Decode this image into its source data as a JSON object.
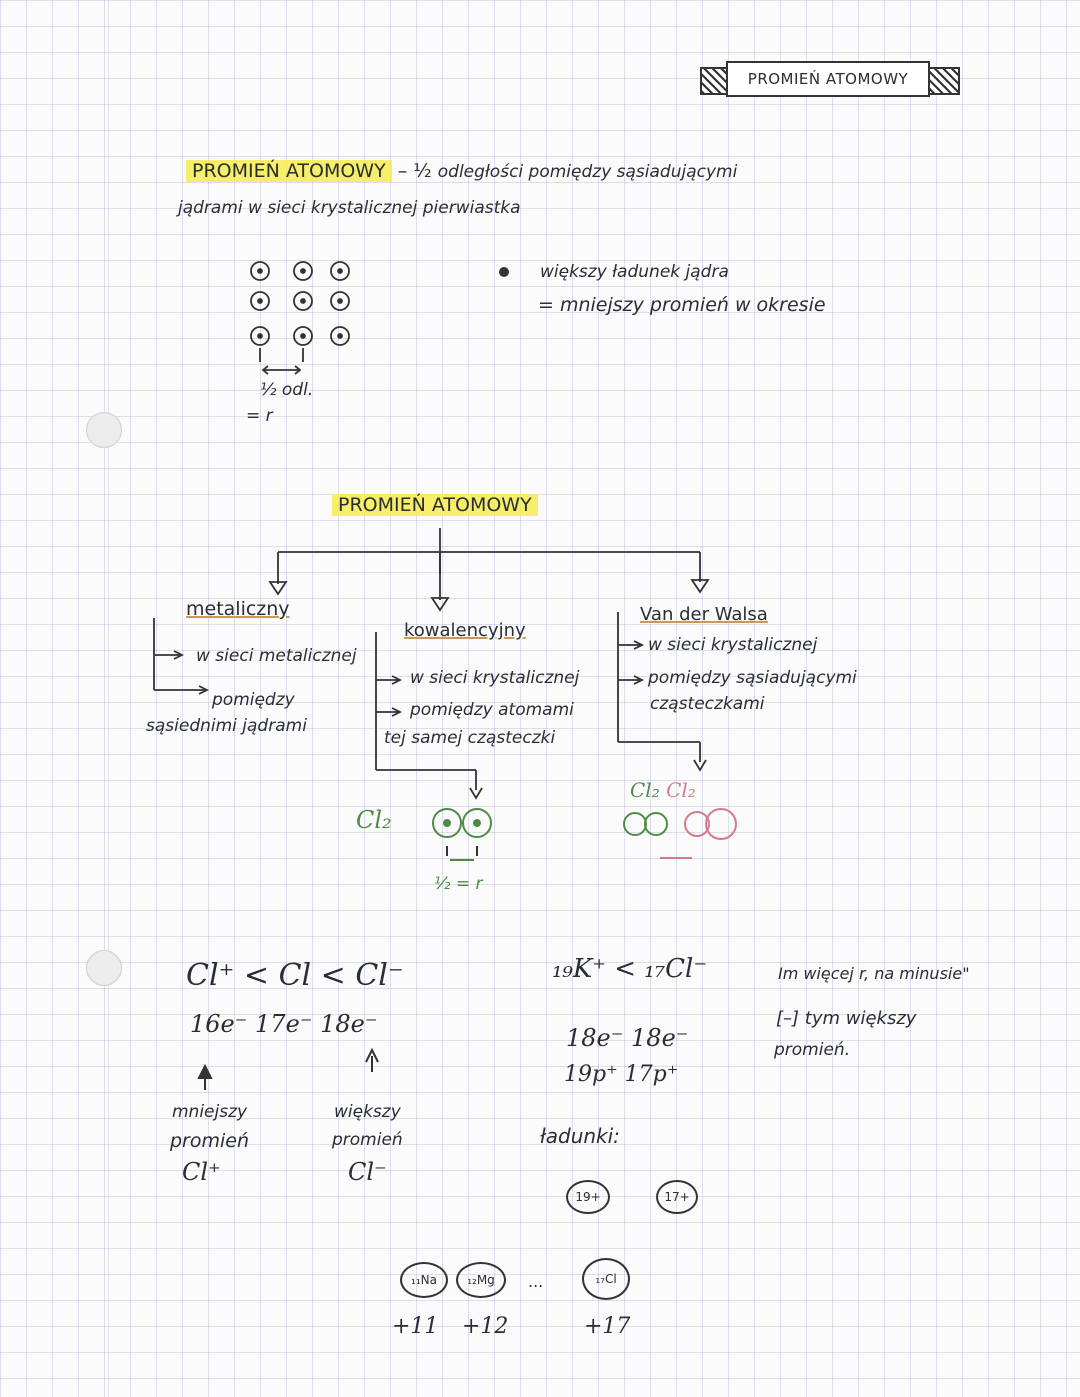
{
  "ribbon_title": "PROMIEŃ ATOMOWY",
  "definition": {
    "term": "PROMIEŃ ATOMOWY",
    "dash": "–",
    "fraction": "½",
    "line1_rest": "odległości pomiędzy sąsiadującymi",
    "line2": "jądrami w sieci krystalicznej pierwiastka"
  },
  "lattice": {
    "half_label": "½ odl.",
    "equals_r": "= r"
  },
  "bullet_note": {
    "line1": "większy ładunek jądra",
    "line2": "= mniejszy promień w okresie"
  },
  "tree": {
    "root": "PROMIEŃ ATOMOWY",
    "metallic": {
      "title": "metaliczny",
      "item1": "w sieci metalicznej",
      "item2a": "pomiędzy",
      "item2b": "sąsiednimi jądrami"
    },
    "covalent": {
      "title": "kowalencyjny",
      "item1": "w sieci krystalicznej",
      "item2a": "pomiędzy atomami",
      "item2b": "tej samej cząsteczki",
      "molecule_label": "Cl₂",
      "half_r": "½ = r"
    },
    "vdw": {
      "title": "Van der Walsa",
      "item1": "w sieci krystalicznej",
      "item2a": "pomiędzy sąsiadującymi",
      "item2b": "cząsteczkami",
      "molecule_label": "Cl₂ Cl₂"
    }
  },
  "ions": {
    "compare": "Cl⁺ < Cl < Cl⁻",
    "electrons": "16e⁻  17e⁻  18e⁻",
    "smaller_word": "mniejszy",
    "smaller_word2": "promień",
    "smaller_ion": "Cl⁺",
    "larger_word": "większy",
    "larger_word2": "promień",
    "larger_ion": "Cl⁻"
  },
  "kcl": {
    "compare": "₁₉K⁺ < ₁₇Cl⁻",
    "electrons": "18e⁻   18e⁻",
    "protons": "19p⁺   17p⁺",
    "charges_label": "ładunki:",
    "k_charge": "19+",
    "cl_charge": "17+"
  },
  "note": {
    "line1": "Im więcej r, na minusie\"",
    "line2": "[–] tym większy",
    "line3": "promień."
  },
  "period": {
    "na": "₁₁Na",
    "mg": "₁₂Mg",
    "dots": "...",
    "cl": "₁₇Cl",
    "na_charge": "+11",
    "mg_charge": "+12",
    "cl_charge": "+17"
  }
}
